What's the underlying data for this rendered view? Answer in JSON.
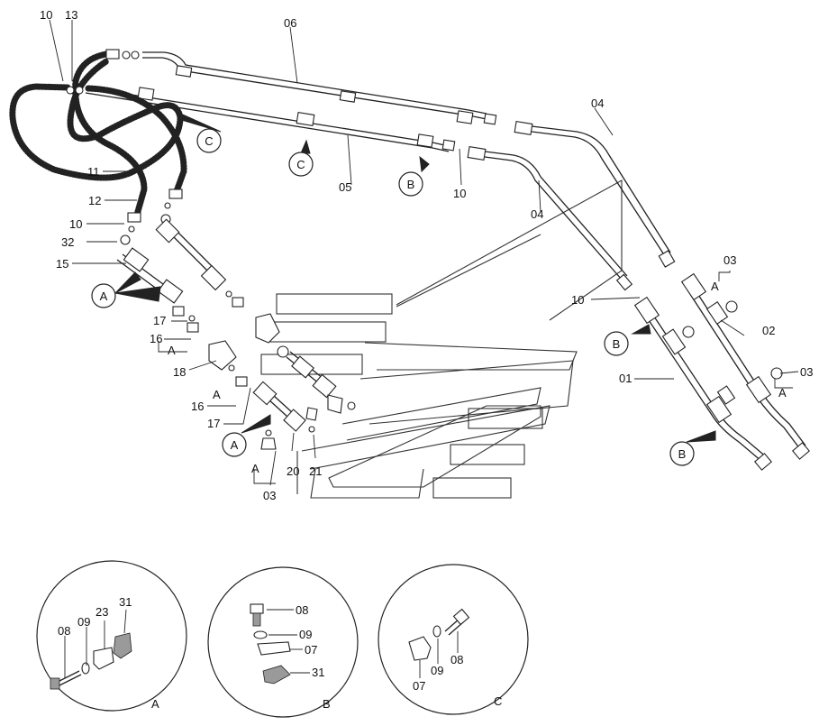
{
  "part_numbers": {
    "p01": "01",
    "p02": "02",
    "p03": "03",
    "p04": "04",
    "p05": "05",
    "p06": "06",
    "p07": "07",
    "p08": "08",
    "p09": "09",
    "p10": "10",
    "p11": "11",
    "p12": "12",
    "p13": "13",
    "p15": "15",
    "p16": "16",
    "p17": "17",
    "p18": "18",
    "p20": "20",
    "p21": "21",
    "p23": "23",
    "p31": "31",
    "p32": "32"
  },
  "view_markers": {
    "a": "A",
    "b": "B",
    "c": "C"
  },
  "detail_views": [
    {
      "id": "A",
      "title": "A",
      "parts": [
        "08",
        "09",
        "23",
        "31"
      ]
    },
    {
      "id": "B",
      "title": "B",
      "parts": [
        "08",
        "09",
        "07",
        "31"
      ]
    },
    {
      "id": "C",
      "title": "C",
      "parts": [
        "07",
        "09",
        "08"
      ]
    }
  ]
}
